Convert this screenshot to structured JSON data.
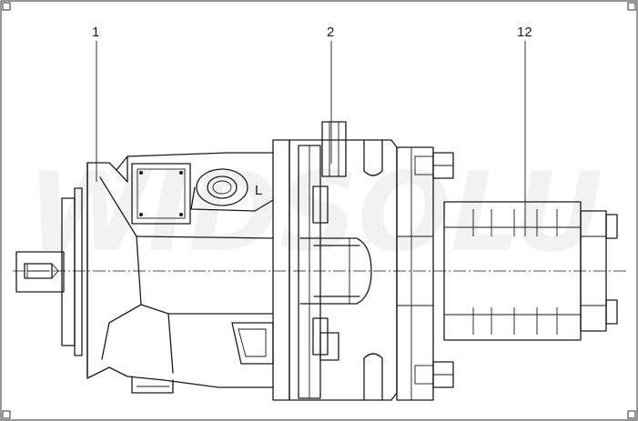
{
  "drawing": {
    "callouts": [
      {
        "id": "callout-1",
        "text": "1"
      },
      {
        "id": "callout-2",
        "text": "2"
      },
      {
        "id": "callout-12",
        "text": "12"
      }
    ],
    "port_label": "L",
    "watermark": "WIDSOLU"
  }
}
